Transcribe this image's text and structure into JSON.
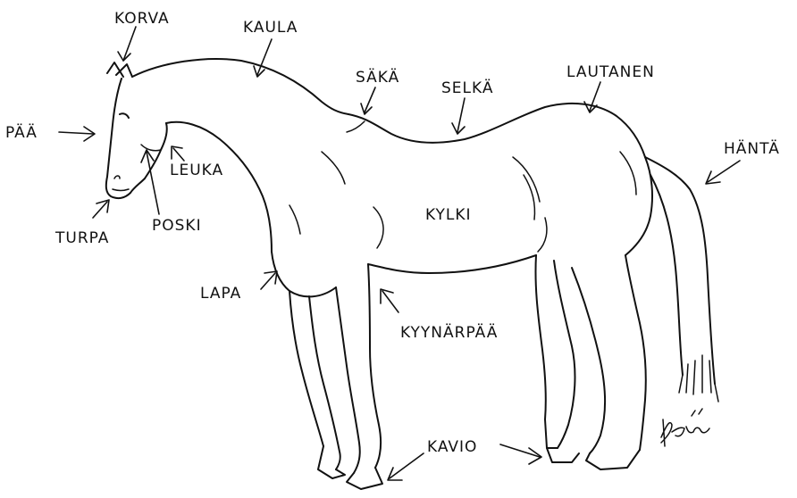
{
  "labels": {
    "korva": "KORVA",
    "kaula": "KAULA",
    "saka": "SÄKÄ",
    "selka": "SELKÄ",
    "lautanen": "LAUTANEN",
    "paa": "PÄÄ",
    "leuka": "LEUKA",
    "hanta": "HÄNTÄ",
    "kylki": "KYLKI",
    "turpa": "TURPA",
    "poski": "POSKI",
    "lapa": "LAPA",
    "kyynarpaa": "KYYNÄRPÄÄ",
    "kavio": "KAVIO"
  },
  "signature": "Piirra"
}
